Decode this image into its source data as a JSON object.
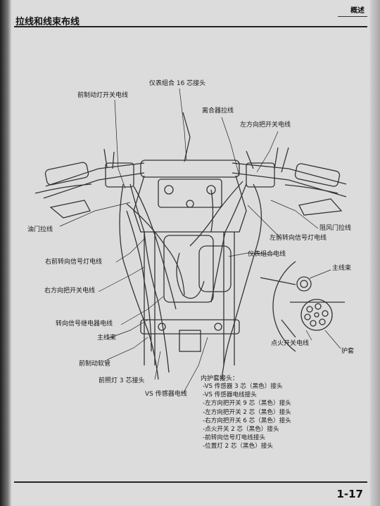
{
  "header": {
    "title": "拉线和线束布线",
    "section": "概述",
    "page_number": "1-17"
  },
  "labels": {
    "meter_16p": "仪表组合 16 芯接头",
    "front_stop_switch": "前制动灯开关电线",
    "clutch_cable": "离合器拉线",
    "left_handle_switch": "左方向把开关电线",
    "throttle_cable": "油门拉线",
    "choke_cable": "阻风门拉线",
    "left_front_turn": "左前转向信号灯电线",
    "right_front_turn": "右前转向信号灯电线",
    "meter_wire": "仪表组合电线",
    "main_harness_1": "主线束",
    "right_handle_switch": "右方向把开关电线",
    "turn_relay": "转向信号继电器电线",
    "main_harness_2": "主线束",
    "ignition_switch": "点火开关电线",
    "brake_hose": "前制动软管",
    "protector": "护套",
    "headlight_3p": "前照灯 3 芯接头",
    "vs_sensor": "VS 传感器电线"
  },
  "inner_cover": {
    "title": "内护套接头：",
    "items": [
      "-VS 传感器 3 芯（黑色）接头",
      "-VS 传感器电线接头",
      "-左方向把开关 9 芯（黑色）接头",
      "-左方向把开关 2 芯（黑色）接头",
      "-右方向把开关 6 芯（黑色）接头",
      "-点火开关 2 芯（黑色）接头",
      "-前转向信号灯电线接头",
      "-位置灯 2 芯（黑色）接头"
    ]
  }
}
